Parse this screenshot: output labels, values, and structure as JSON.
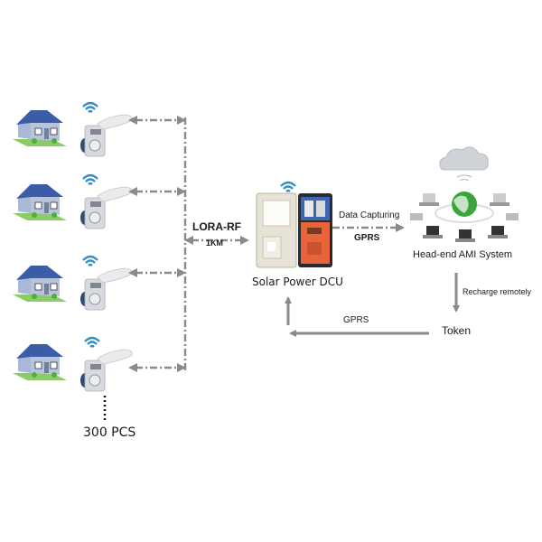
{
  "diagram": {
    "title": "Solar Power DCU LoRa-RF AMI Network",
    "nodes": {
      "meters": {
        "count_label": "300 PCS",
        "visible_units": 4
      },
      "dcu": {
        "label": "Solar Power DCU"
      },
      "headend": {
        "label": "Head-end AMI System"
      },
      "token": {
        "label": "Token"
      }
    },
    "links": {
      "lora": {
        "protocol": "LORA-RF",
        "range": "1KM"
      },
      "data_capture": {
        "label": "Data Capturing",
        "protocol": "GPRS"
      },
      "recharge": {
        "label": "Recharge remotely"
      },
      "token_to_dcu": {
        "protocol": "GPRS"
      }
    },
    "colors": {
      "arrow": "#8a8a8a",
      "wifi": "#2f8fc8",
      "dcu_orange": "#e8643a",
      "dcu_blue": "#3d66b0",
      "globe_green": "#3aa53a",
      "roof": "#3b5da8",
      "wall": "#a9b8d6",
      "grass": "#8ccc66"
    }
  }
}
